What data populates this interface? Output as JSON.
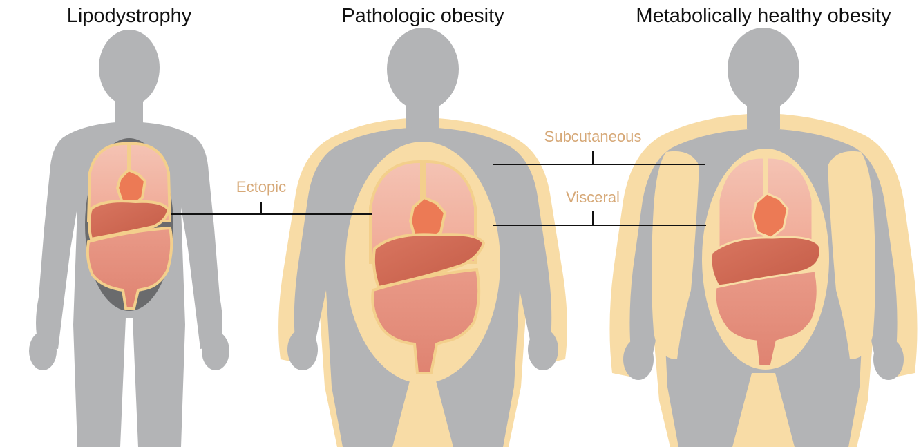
{
  "colors": {
    "body": "#b3b4b6",
    "fat": "#f8dca6",
    "fat_outline": "#f3cf8c",
    "cavity_dark": "#6a6b6d",
    "lungs": "#f6b8a6",
    "heart": "#ec7a55",
    "liver": "#d26a54",
    "intestines": "#e48f7d",
    "label": "#d6a877",
    "leader": "#111111"
  },
  "panels": [
    {
      "title": "Lipodystrophy",
      "fat_level": "none"
    },
    {
      "title": "Pathologic obesity",
      "fat_level": "visceral-dominant"
    },
    {
      "title": "Metabolically healthy obesity",
      "fat_level": "subcutaneous-dominant"
    }
  ],
  "labels": {
    "ectopic": "Ectopic",
    "subcutaneous": "Subcutaneous",
    "visceral": "Visceral"
  }
}
